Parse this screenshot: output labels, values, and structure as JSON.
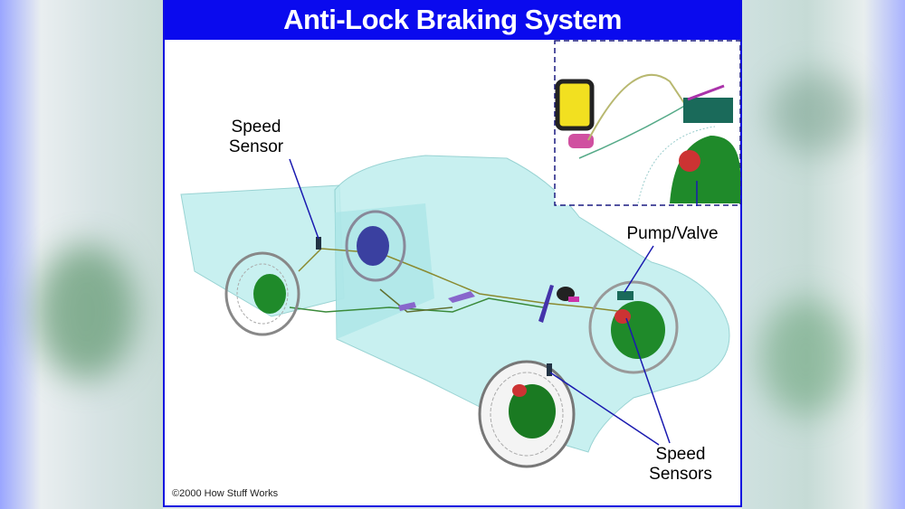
{
  "title": "Anti-Lock Braking System",
  "labels": {
    "speed_sensor_line1": "Speed",
    "speed_sensor_line2": "Sensor",
    "pump_valve": "Pump/Valve",
    "speed_sensors_line1": "Speed",
    "speed_sensors_line2": "Sensors"
  },
  "copyright": "©2000 How Stuff Works",
  "colors": {
    "title_bar": "#0a0aee",
    "leader_line": "#1a1ab0",
    "body": "#bfeeee",
    "hub": "#1f8a2a"
  }
}
